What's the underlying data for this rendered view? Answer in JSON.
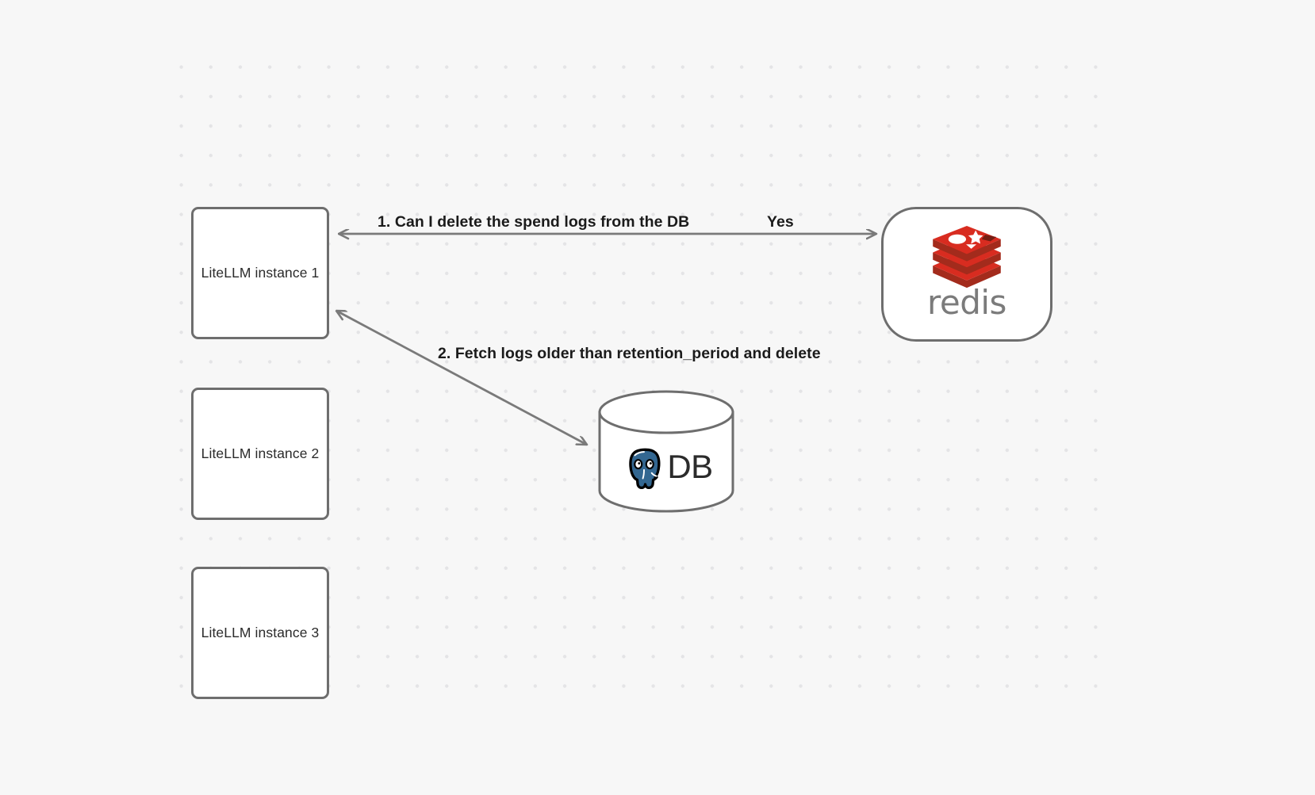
{
  "diagram": {
    "type": "flow-diagram",
    "background_color": "#f7f7f7",
    "grid": "dot-grid",
    "node_border_color": "#6e6e6e",
    "edge_color": "#7a7a7a",
    "nodes": [
      {
        "id": "instance-1",
        "label": "LiteLLM instance 1",
        "shape": "rounded-rect"
      },
      {
        "id": "instance-2",
        "label": "LiteLLM instance 2",
        "shape": "rounded-rect"
      },
      {
        "id": "instance-3",
        "label": "LiteLLM instance 3",
        "shape": "rounded-rect"
      },
      {
        "id": "redis",
        "label": "redis",
        "shape": "pill-rect",
        "logo": "redis-logo",
        "logo_color": "#d82c20",
        "wordmark_color": "#7b7b7b"
      },
      {
        "id": "db",
        "label": "DB",
        "shape": "cylinder",
        "logo": "postgresql-elephant-icon",
        "logo_color": "#336791"
      }
    ],
    "edges": [
      {
        "id": "edge-1",
        "from": "redis",
        "to": "instance-1",
        "label": "1.  Can I delete the spend logs from the DB",
        "secondary_label": "Yes",
        "direction": "bidirectional"
      },
      {
        "id": "edge-2",
        "from": "db",
        "to": "instance-1",
        "label": "2.  Fetch logs older than retention_period and delete",
        "direction": "bidirectional"
      }
    ]
  },
  "labels": {
    "instance_1": "LiteLLM instance 1",
    "instance_2": "LiteLLM instance 2",
    "instance_3": "LiteLLM instance 3",
    "redis_word": "redis",
    "db_text": "DB",
    "edge_1": "1.  Can I delete the spend logs from the DB",
    "edge_1_answer": "Yes",
    "edge_2": "2.  Fetch logs older than retention_period and delete"
  }
}
